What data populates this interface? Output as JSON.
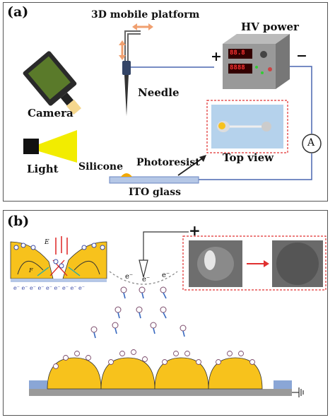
{
  "panel_a": {
    "label": "(a)",
    "platform_label": "3D mobile platform",
    "hv_label": "HV power",
    "plus": "+",
    "minus": "−",
    "needle_label": "Needle",
    "camera_label": "Camera",
    "light_label": "Light",
    "silicone_label": "Silicone",
    "photoresist_label": "Photoresist",
    "ito_label": "ITO glass",
    "topview_label": "Top view",
    "ammeter": "A",
    "display_top": "88.8",
    "display_bottom": "8888"
  },
  "panel_b": {
    "label": "(b)",
    "plus": "+",
    "electron": "e⁻",
    "field_label": "E",
    "force_label": "F"
  },
  "colors": {
    "accent_red": "#e03030",
    "yellow_fill": "#f7c21c",
    "electrode_blue": "#8aa6d6",
    "arrow_orange": "#f0a070"
  }
}
